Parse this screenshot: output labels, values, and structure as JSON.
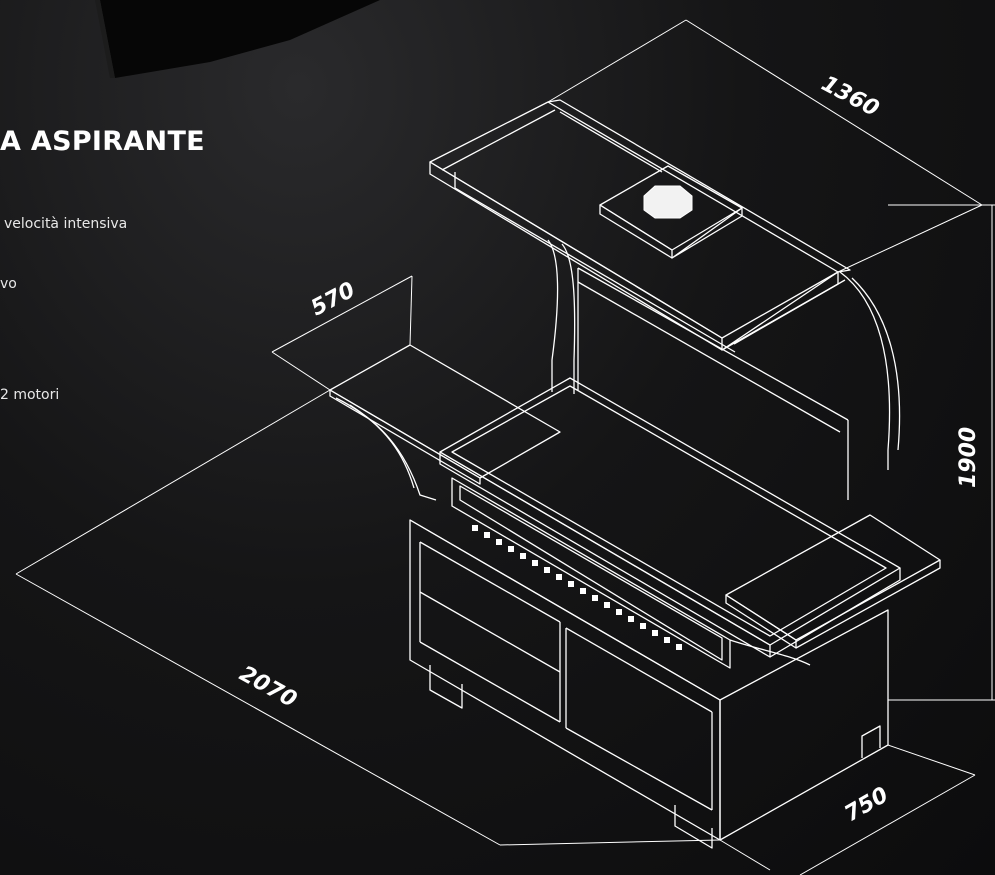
{
  "heading": "A ASPIRANTE",
  "features": [
    "velocità intensiva",
    "vo",
    "2 motori"
  ],
  "dimensions": {
    "width_top": "1360",
    "shelf_depth": "570",
    "total_length": "2070",
    "height": "1900",
    "depth": "750"
  },
  "colors": {
    "background": "#141415",
    "line": "#ffffff"
  }
}
